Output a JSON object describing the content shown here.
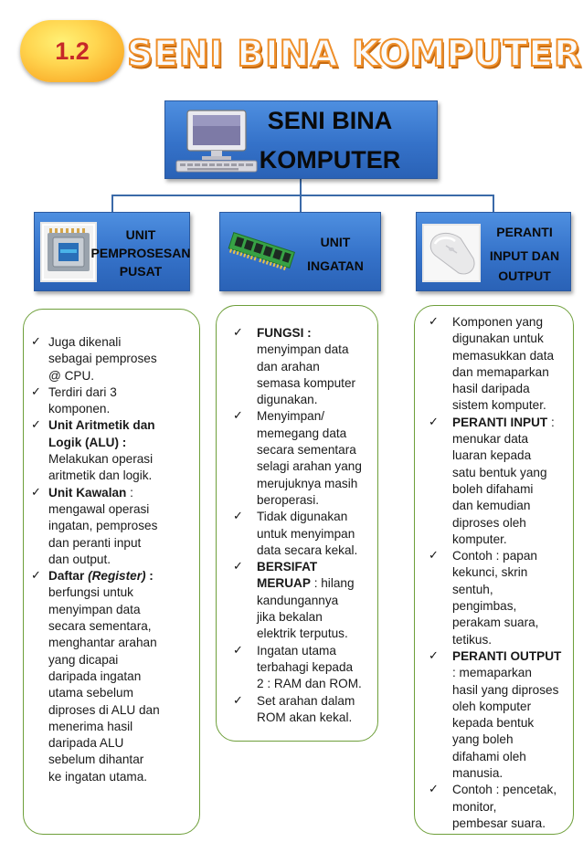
{
  "header": {
    "number": "1.2",
    "title": "SENI BINA KOMPUTER"
  },
  "root": {
    "line1": "SENI BINA",
    "line2": "KOMPUTER",
    "icon": "computer-icon"
  },
  "units": [
    {
      "lines": [
        "UNIT",
        "PEMPROSESAN",
        "PUSAT"
      ],
      "icon": "cpu-chip-icon",
      "items": [
        [
          "Juga dikenali",
          "sebagai pemproses",
          "@ CPU."
        ],
        [
          "Terdiri dari 3",
          "komponen."
        ],
        {
          "bold": "Unit Aritmetik dan Logik (ALU) :",
          "boldLines": [
            "Unit Aritmetik dan",
            "Logik (ALU) :"
          ],
          "text": [
            "Melakukan operasi",
            "aritmetik dan logik."
          ]
        },
        {
          "bold": "Unit Kawalan",
          "rest": " :",
          "text": [
            "mengawal operasi",
            "ingatan, pemproses",
            "dan peranti input",
            "dan output."
          ]
        },
        {
          "bold": "Daftar",
          "italic": "(Register)",
          "rest": " :",
          "text": [
            "berfungsi untuk",
            "menyimpan data",
            "secara sementara,",
            "menghantar arahan",
            "yang dicapai",
            "daripada ingatan",
            "utama sebelum",
            "diproses di ALU dan",
            "menerima hasil",
            "daripada ALU",
            "sebelum dihantar",
            "ke ingatan utama."
          ]
        }
      ]
    },
    {
      "lines": [
        "UNIT",
        "INGATAN"
      ],
      "icon": "memory-ram-icon",
      "items": [
        {
          "bold": "FUNGSI :",
          "text": [
            "menyimpan data",
            "dan arahan",
            "semasa komputer",
            "digunakan."
          ]
        },
        [
          "Menyimpan/",
          "memegang data",
          "secara sementara",
          "selagi arahan yang",
          "merujuknya masih",
          "beroperasi."
        ],
        [
          "Tidak digunakan",
          "untuk menyimpan",
          "data secara kekal."
        ],
        {
          "boldLines": [
            "BERSIFAT",
            "MERUAP"
          ],
          "rest": " :  hilang",
          "text": [
            "kandungannya",
            "jika bekalan",
            "elektrik terputus."
          ]
        },
        [
          "Ingatan utama",
          "terbahagi kepada",
          "2 : RAM dan ROM."
        ],
        [
          "Set arahan dalam",
          "ROM akan kekal."
        ]
      ]
    },
    {
      "lines": [
        "PERANTI",
        "INPUT DAN",
        "OUTPUT"
      ],
      "icon": "mouse-icon",
      "items": [
        [
          "Komponen yang",
          "digunakan untuk",
          "memasukkan data",
          "dan memaparkan",
          "hasil daripada",
          "sistem komputer."
        ],
        {
          "bold": "PERANTI INPUT",
          "rest": " :",
          "text": [
            "menukar data",
            "luaran kepada",
            "satu bentuk yang",
            "boleh difahami",
            "dan kemudian",
            "diproses oleh",
            "komputer."
          ]
        },
        [
          "Contoh : papan",
          "kekunci, skrin",
          "sentuh,",
          "pengimbas,",
          "perakam suara,",
          "tetikus."
        ],
        {
          "bold": "PERANTI OUTPUT",
          "text": [
            ": memaparkan",
            "hasil yang diproses",
            "oleh komputer",
            "kepada bentuk",
            "yang boleh",
            "difahami oleh",
            "manusia."
          ]
        },
        [
          "Contoh : pencetak,",
          "monitor,",
          "pembesar suara."
        ]
      ]
    }
  ],
  "colors": {
    "boxBlue": "#3572c9",
    "contentBorder": "#6e9f3a",
    "titleOrange": "#ef8f2a",
    "badgeText": "#c62828"
  }
}
